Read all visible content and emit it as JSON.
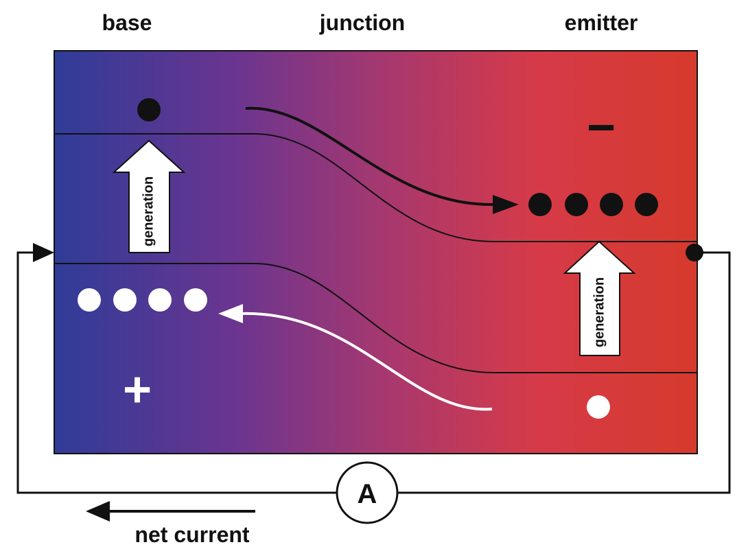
{
  "regions": {
    "left": "base",
    "center": "junction",
    "right": "emitter"
  },
  "generation_arrows": {
    "left_label": "generation",
    "right_label": "generation"
  },
  "signs": {
    "emitter": "−",
    "base": "+"
  },
  "carriers": {
    "base_electrons": 1,
    "emitter_electrons": 4,
    "base_holes": 4,
    "emitter_holes": 1
  },
  "ammeter": {
    "label": "A"
  },
  "current": {
    "label": "net current",
    "direction": "left"
  },
  "colors": {
    "base_blue": "#2f3c98",
    "junction_purple": "#8a3a86",
    "emitter_red": "#d63a2c",
    "electron": "#111111",
    "hole": "#ffffff",
    "outline": "#111111"
  }
}
